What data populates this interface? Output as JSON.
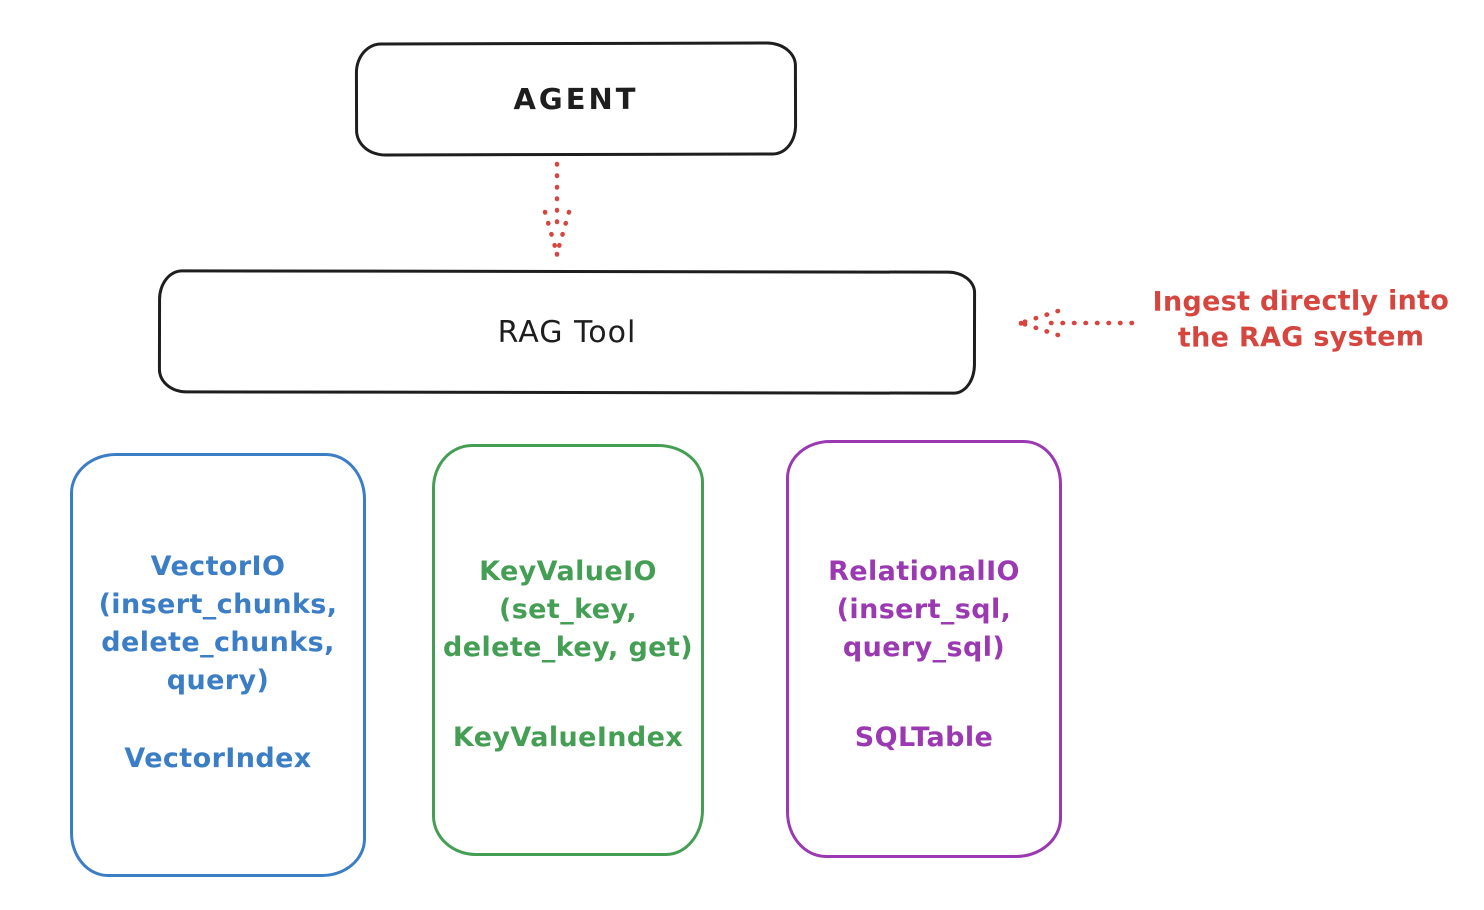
{
  "diagram": {
    "title_hint": "RAG Tool architecture sketch",
    "nodes": {
      "agent": {
        "label": "AGENT"
      },
      "rag_tool": {
        "label": "RAG Tool"
      },
      "vector": {
        "lines": [
          "VectorIO",
          "(insert_chunks,",
          "delete_chunks,",
          "query)"
        ],
        "footer": "VectorIndex",
        "color": "#3b7ec5"
      },
      "keyvalue": {
        "lines": [
          "KeyValueIO",
          "(set_key,",
          "delete_key, get)"
        ],
        "footer": "KeyValueIndex",
        "color": "#449e54"
      },
      "relational": {
        "lines": [
          "RelationalIO",
          "(insert_sql,",
          "query_sql)"
        ],
        "footer": "SQLTable",
        "color": "#9b39b3"
      }
    },
    "annotation": {
      "line1": "Ingest directly into",
      "line2": "the RAG system",
      "color": "#d6453e"
    },
    "colors": {
      "stroke": "#1e1e1e",
      "red": "#d6453e",
      "blue": "#3b7ec5",
      "green": "#449e54",
      "purple": "#9b39b3",
      "background": "#ffffff"
    }
  }
}
